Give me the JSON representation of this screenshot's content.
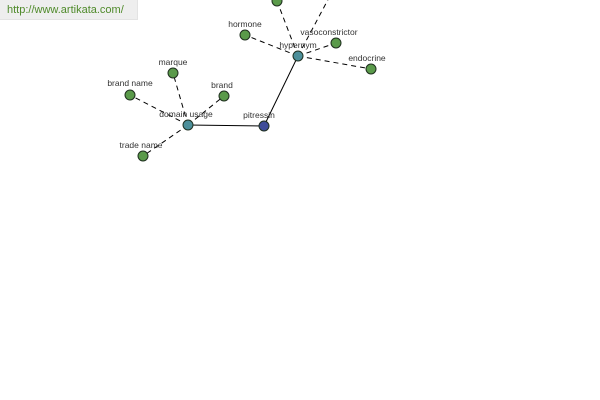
{
  "header": {
    "url_text": "http://www.artikata.com/"
  },
  "colors": {
    "leaf_node": "#5a9a4a",
    "relation_node": "#4c8f9a",
    "center_node": "#3f4d99",
    "link_text": "#4f8a2a"
  },
  "graph": {
    "nodes": [
      {
        "id": "pitressin",
        "label": "pitressin",
        "kind": "center"
      },
      {
        "id": "domain-usage",
        "label": "domain usage",
        "kind": "relation"
      },
      {
        "id": "hypernym",
        "label": "hypernym",
        "kind": "relation"
      },
      {
        "id": "brand-name",
        "label": "brand name",
        "kind": "leaf"
      },
      {
        "id": "marque",
        "label": "marque",
        "kind": "leaf"
      },
      {
        "id": "brand",
        "label": "brand",
        "kind": "leaf"
      },
      {
        "id": "trade-name",
        "label": "trade name",
        "kind": "leaf"
      },
      {
        "id": "hormone",
        "label": "hormone",
        "kind": "leaf"
      },
      {
        "id": "vasoconstrictor",
        "label": "vasoconstrictor",
        "kind": "leaf"
      },
      {
        "id": "endocrine",
        "label": "endocrine",
        "kind": "leaf"
      },
      {
        "id": "top-node-1",
        "label": "",
        "kind": "leaf"
      },
      {
        "id": "top-node-2",
        "label": "",
        "kind": "leaf"
      }
    ],
    "edges": [
      {
        "from": "pitressin",
        "to": "domain-usage",
        "style": "solid"
      },
      {
        "from": "pitressin",
        "to": "hypernym",
        "style": "solid"
      },
      {
        "from": "domain-usage",
        "to": "brand-name",
        "style": "dashed"
      },
      {
        "from": "domain-usage",
        "to": "marque",
        "style": "dashed"
      },
      {
        "from": "domain-usage",
        "to": "brand",
        "style": "dashed"
      },
      {
        "from": "domain-usage",
        "to": "trade-name",
        "style": "dashed"
      },
      {
        "from": "hypernym",
        "to": "hormone",
        "style": "dashed"
      },
      {
        "from": "hypernym",
        "to": "vasoconstrictor",
        "style": "dashed"
      },
      {
        "from": "hypernym",
        "to": "endocrine",
        "style": "dashed"
      },
      {
        "from": "hypernym",
        "to": "top-node-1",
        "style": "dashed"
      },
      {
        "from": "hypernym",
        "to": "top-node-2",
        "style": "dashed"
      }
    ]
  }
}
